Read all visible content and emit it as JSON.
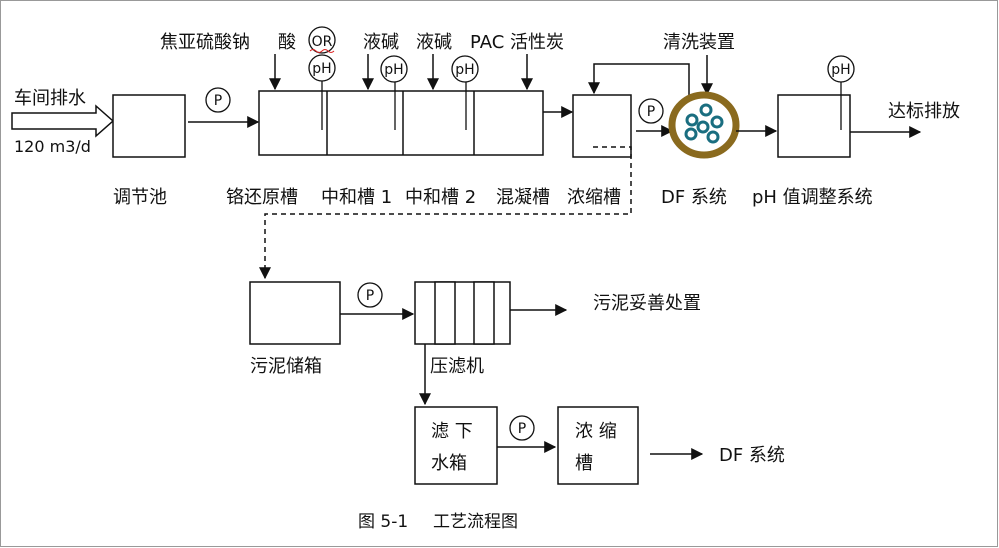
{
  "inflow": {
    "label": "车间排水",
    "rate": "120 m3/d"
  },
  "reagents": {
    "sodium_metabisulfite": "焦亚硫酸钠",
    "acid": "酸",
    "alkali_1": "液碱",
    "alkali_2": "液碱",
    "pac_carbon": "PAC 活性炭"
  },
  "gauges": {
    "pump": "P",
    "orp": "OR",
    "ph": "pH"
  },
  "units": {
    "equalization_tank": "调节池",
    "chromium_reduction_tank": "铬还原槽",
    "neutralization_tank_1": "中和槽 1",
    "neutralization_tank_2": "中和槽 2",
    "coagulation_tank": "混凝槽",
    "thickening_tank": "浓缩槽",
    "df_system": "DF 系统",
    "ph_adjust_system": "pH 值调整系统",
    "sludge_storage_tank": "污泥储箱",
    "filter_press": "压滤机",
    "filtrate_tank": [
      "滤 下",
      "水箱"
    ],
    "thickening_tank_2": [
      "浓 缩",
      "槽"
    ]
  },
  "cleaning_device": "清洗装置",
  "outputs": {
    "discharge": "达标排放",
    "sludge_disposal": "污泥妥善处置",
    "to_df": "DF 系统"
  },
  "caption": {
    "number": "图 5-1",
    "title": "工艺流程图"
  },
  "colors": {
    "line": "#111111",
    "df_ring": "#8a6a1e",
    "df_dot": "#1a6e80"
  }
}
